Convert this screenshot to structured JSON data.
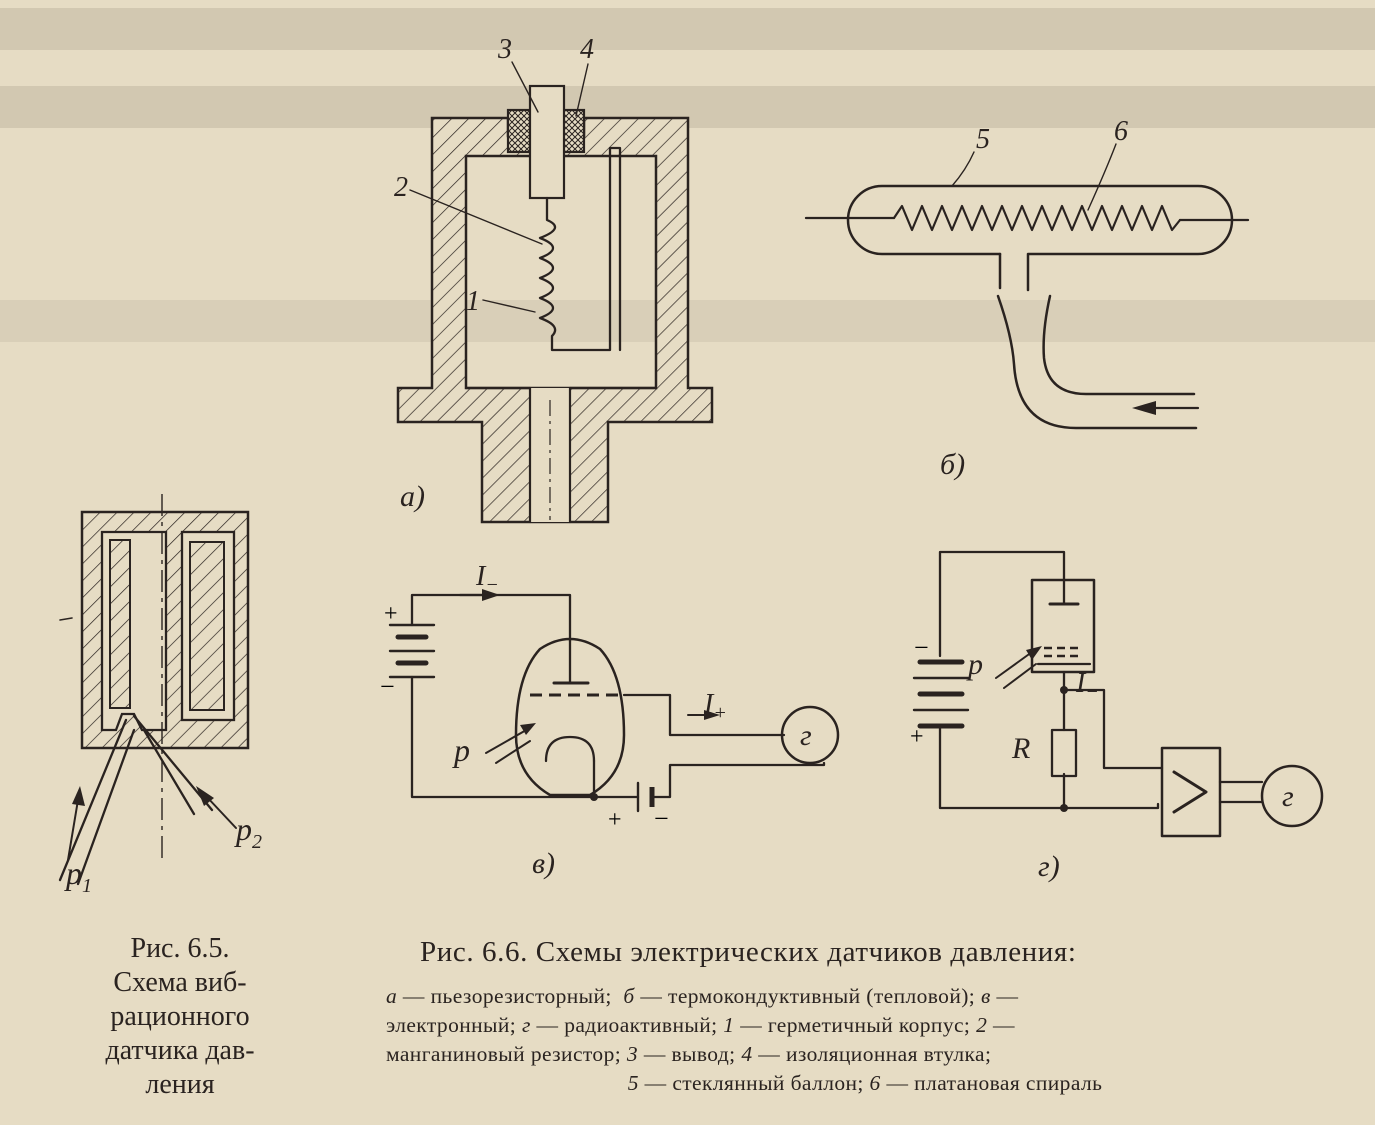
{
  "fig66": {
    "sub_a": {
      "label": "а)",
      "callouts": [
        "1",
        "2",
        "3",
        "4"
      ]
    },
    "sub_b": {
      "label": "б)",
      "callouts": [
        "5",
        "6"
      ]
    },
    "sub_v": {
      "label": "в)",
      "plus_top": "+",
      "minus_top": "−",
      "plus_bottom": "+",
      "minus_bottom": "−",
      "current_minus": "I",
      "current_minus_sub": "−",
      "current_plus": "I",
      "current_plus_sub": "+",
      "pressure": "p",
      "meter": "г"
    },
    "sub_g": {
      "label": "г)",
      "minus": "−",
      "plus": "+",
      "pressure": "p",
      "current": "I",
      "current_sub": "−",
      "resistor": "R",
      "meter": "г"
    },
    "caption": {
      "title": "Рис. 6.6. Схемы электрических датчиков давления:",
      "items": [
        {
          "key": "а",
          "text": "пьезорезисторный;"
        },
        {
          "key": "б",
          "text": "термокондуктивный (тепловой);"
        },
        {
          "key": "в",
          "text": "электронный;"
        },
        {
          "key": "г",
          "text": "радиоактивный;"
        },
        {
          "key": "1",
          "text": "герметичный корпус;"
        },
        {
          "key": "2",
          "text": "манганиновый резистор;"
        },
        {
          "key": "3",
          "text": "вывод;"
        },
        {
          "key": "4",
          "text": "изоляционная втулка;"
        },
        {
          "key": "5",
          "text": "стеклянный баллон;"
        },
        {
          "key": "6",
          "text": "платановая спираль"
        }
      ]
    }
  },
  "fig65": {
    "p1": "p",
    "p1_sub": "1",
    "p2": "p",
    "p2_sub": "2",
    "caption_lines": [
      "Рис. 6.5.",
      "Схема виб-",
      "рационного",
      "датчика дав-",
      "ления"
    ]
  }
}
